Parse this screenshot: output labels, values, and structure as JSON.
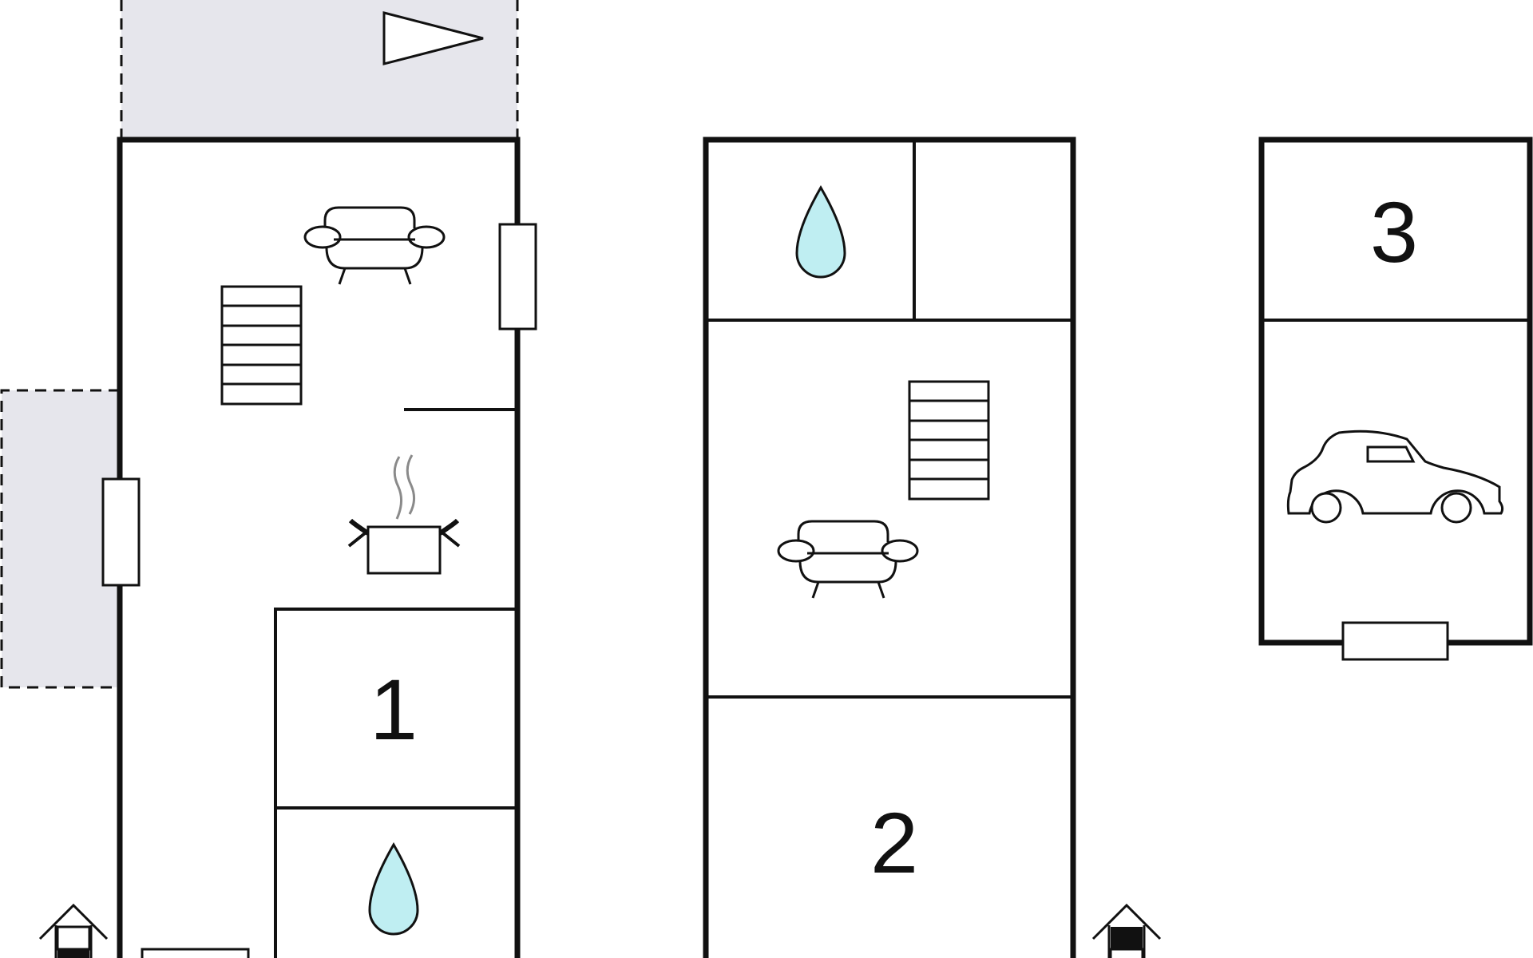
{
  "floorplan": {
    "colors": {
      "wall": "#111111",
      "terrace": "#e6e6ec",
      "water": "#bfeef2",
      "steam": "#8a8a8a",
      "background": "#ffffff"
    },
    "rooms": [
      {
        "number": "1"
      },
      {
        "number": "2"
      },
      {
        "number": "3"
      }
    ],
    "icons": [
      "sofa-icon",
      "bed-icon",
      "cooking-pot-icon",
      "water-drop-icon",
      "car-icon",
      "entrance-house-icon",
      "north-arrow-icon"
    ]
  }
}
